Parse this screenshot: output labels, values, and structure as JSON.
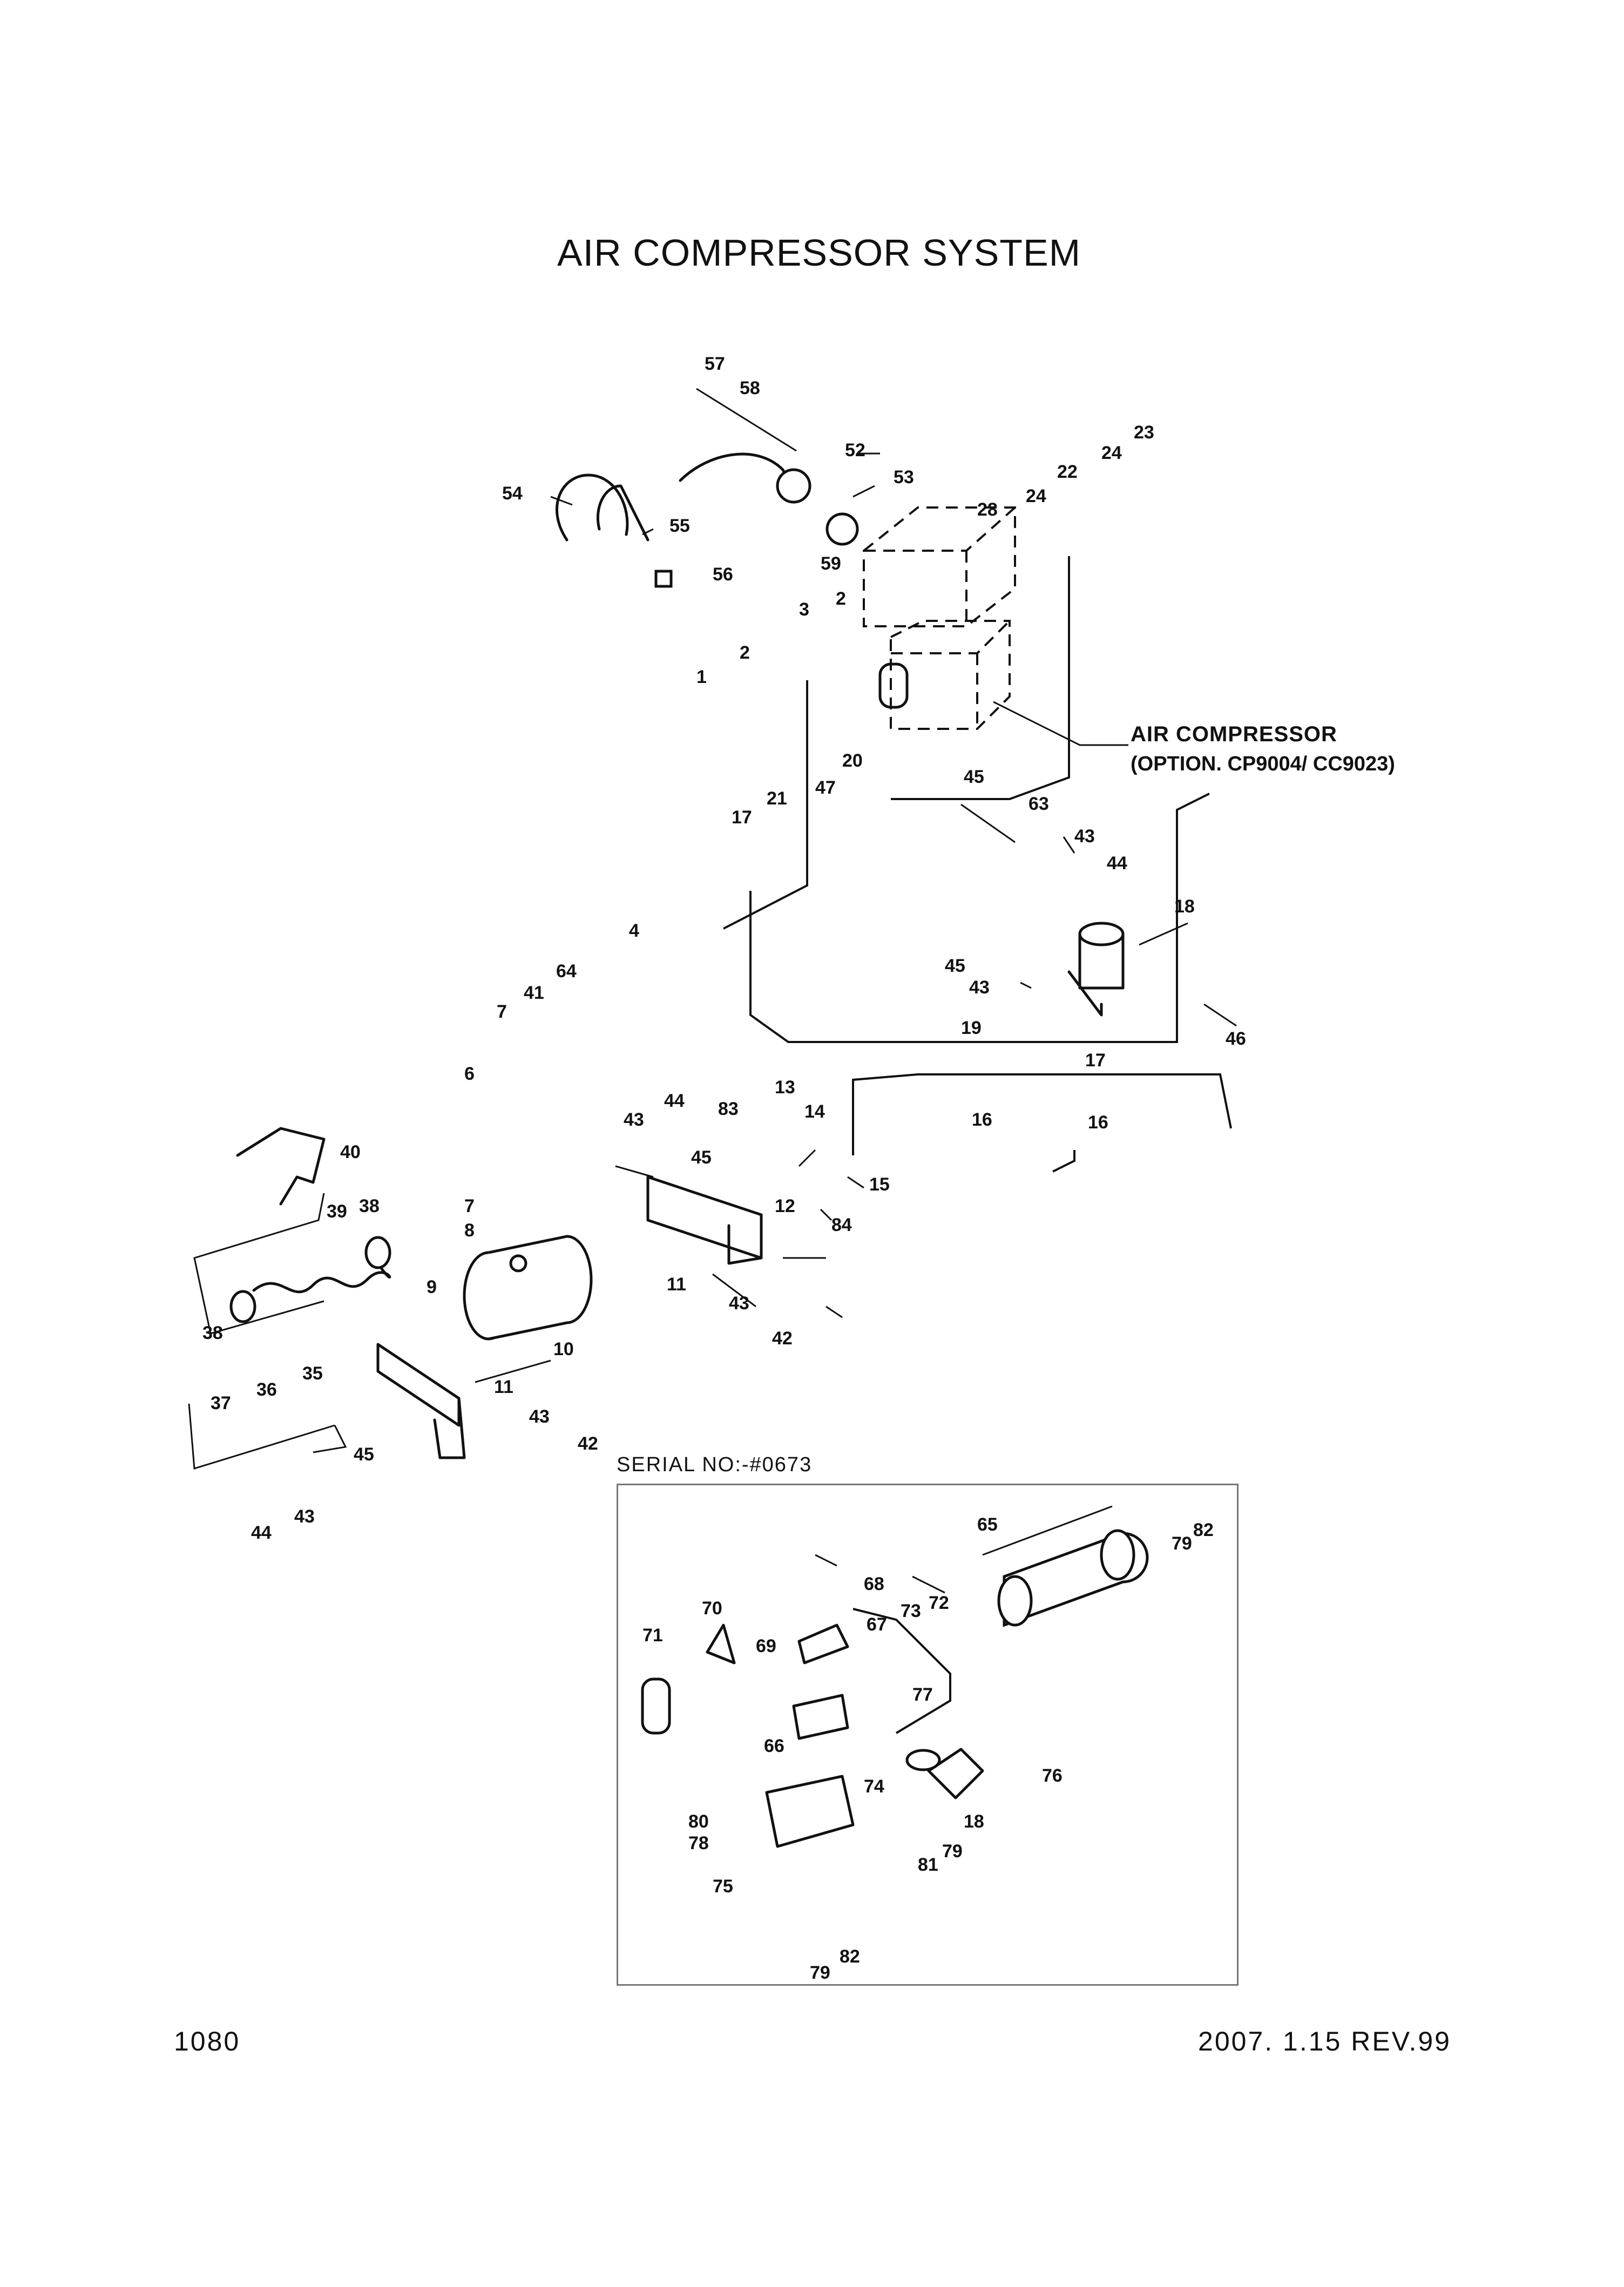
{
  "title": "AIR COMPRESSOR SYSTEM",
  "air_compressor": {
    "label": "AIR COMPRESSOR",
    "option": "(OPTION. CP9004/ CC9023)"
  },
  "serial_no": "SERIAL NO:-#0673",
  "footer": {
    "page_number": "1080",
    "revision": "2007. 1.15  REV.99"
  },
  "callouts": [
    "57",
    "58",
    "52",
    "53",
    "54",
    "55",
    "56",
    "23",
    "24",
    "22",
    "24",
    "28",
    "59",
    "3",
    "2",
    "2",
    "1",
    "20",
    "45",
    "63",
    "47",
    "21",
    "17",
    "43",
    "44",
    "18",
    "4",
    "64",
    "41",
    "7",
    "45",
    "43",
    "19",
    "17",
    "46",
    "6",
    "13",
    "44",
    "83",
    "14",
    "43",
    "16",
    "16",
    "45",
    "12",
    "15",
    "84",
    "40",
    "39",
    "38",
    "7",
    "8",
    "11",
    "9",
    "38",
    "43",
    "42",
    "35",
    "36",
    "37",
    "10",
    "11",
    "43",
    "42",
    "45",
    "44",
    "43",
    "65",
    "82",
    "79",
    "68",
    "70",
    "72",
    "73",
    "67",
    "71",
    "69",
    "77",
    "66",
    "74",
    "76",
    "80",
    "78",
    "18",
    "79",
    "81",
    "75",
    "82",
    "79"
  ]
}
